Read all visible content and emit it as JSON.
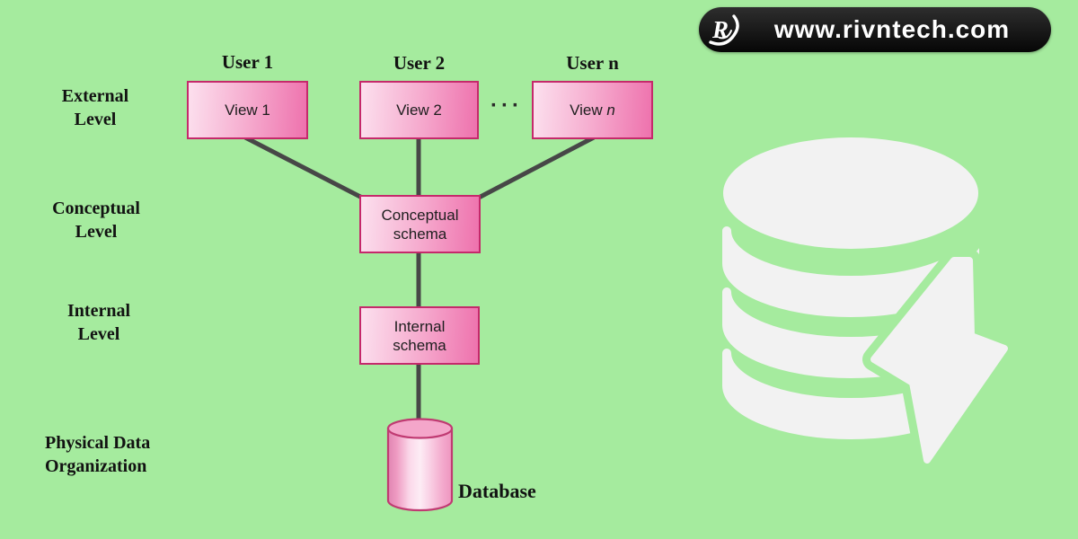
{
  "watermark": {
    "logo_letter": "R",
    "url": "www.rivntech.com"
  },
  "levels": {
    "external": {
      "line1": "External",
      "line2": "Level"
    },
    "conceptual": {
      "line1": "Conceptual",
      "line2": "Level"
    },
    "internal": {
      "line1": "Internal",
      "line2": "Level"
    },
    "physical": {
      "line1": "Physical Data",
      "line2": "Organization"
    }
  },
  "users": {
    "u1": "User 1",
    "u2": "User 2",
    "un": "User n"
  },
  "views": {
    "v1": "View 1",
    "v2": "View 2",
    "vn_prefix": "View ",
    "vn_suffix": "n"
  },
  "schemas": {
    "conceptual": {
      "line1": "Conceptual",
      "line2": "schema"
    },
    "internal": {
      "line1": "Internal",
      "line2": "schema"
    }
  },
  "ellipsis": "···",
  "database": {
    "label": "Database"
  },
  "icons": {
    "rivntech_logo": "r-swoosh-logo",
    "right_graphic": "database-with-lightning-bolt-icon",
    "database_cylinder": "database-cylinder-shape"
  },
  "colors": {
    "background": "#a5eb9e",
    "box_border": "#c5296b",
    "box_gradient_left": "#fce0ee",
    "box_gradient_right": "#ee72ad",
    "connector_line": "#474747",
    "watermark_bg": "#111111",
    "watermark_text": "#ffffff",
    "big_icon": "#f2f2f2",
    "cylinder_border": "#c03a72"
  }
}
